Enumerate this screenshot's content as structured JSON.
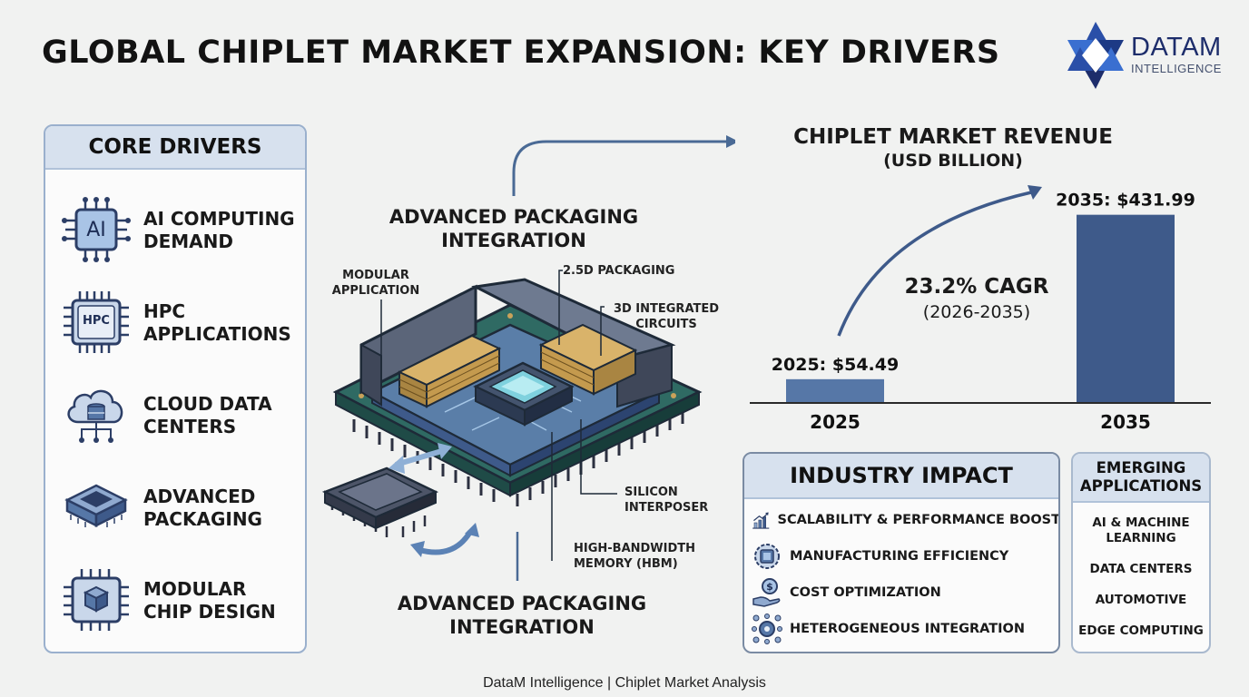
{
  "title": "GLOBAL CHIPLET MARKET EXPANSION: KEY DRIVERS",
  "logo": {
    "name": "DATAM",
    "sub": "INTELLIGENCE"
  },
  "core_drivers": {
    "heading": "CORE DRIVERS",
    "items": [
      {
        "line1": "AI COMPUTING",
        "line2": "DEMAND",
        "icon": "ai-chip-icon",
        "icon_text": "AI"
      },
      {
        "line1": "HPC",
        "line2": "APPLICATIONS",
        "icon": "hpc-chip-icon",
        "icon_text": "HPC"
      },
      {
        "line1": "CLOUD DATA",
        "line2": "CENTERS",
        "icon": "cloud-database-icon"
      },
      {
        "line1": "ADVANCED",
        "line2": "PACKAGING",
        "icon": "package-chip-icon"
      },
      {
        "line1": "MODULAR",
        "line2": "CHIP DESIGN",
        "icon": "modular-cube-chip-icon"
      }
    ]
  },
  "diagram": {
    "title_top": [
      "ADVANCED PACKAGING",
      "INTEGRATION"
    ],
    "title_bottom": [
      "ADVANCED PACKAGING",
      "INTEGRATION"
    ],
    "callouts": {
      "modular": [
        "MODULAR",
        "APPLICATION"
      ],
      "packaging_25d": [
        "2.5D PACKAGING"
      ],
      "integrated_3d": [
        "3D INTEGRATED",
        "CIRCUITS"
      ],
      "interposer": [
        "SILICON",
        "INTERPOSER"
      ],
      "hbm": [
        "HIGH-BANDWIDTH",
        "MEMORY (HBM)"
      ]
    }
  },
  "chart_data": {
    "type": "bar",
    "title": "CHIPLET MARKET REVENUE",
    "subtitle": "(USD BILLION)",
    "categories": [
      "2025",
      "2035"
    ],
    "values": [
      54.49,
      431.99
    ],
    "data_labels": [
      "2025: $54.49",
      "2035: $431.99"
    ],
    "ylim": [
      0,
      500
    ],
    "annotation": {
      "line1": "23.2% CAGR",
      "line2": "(2026-2035)"
    },
    "bar_color": "#3e5a8a",
    "bar_color_light": "#5677a7"
  },
  "industry_impact": {
    "heading": "INDUSTRY IMPACT",
    "items": [
      {
        "label": "SCALABILITY & PERFORMANCE BOOST",
        "icon": "growth-chart-icon"
      },
      {
        "label": "MANUFACTURING EFFICIENCY",
        "icon": "chip-gear-icon"
      },
      {
        "label": "COST OPTIMIZATION",
        "icon": "dollar-hand-icon"
      },
      {
        "label": "HETEROGENEOUS INTEGRATION",
        "icon": "gear-network-icon"
      }
    ]
  },
  "emerging_apps": {
    "heading": [
      "EMERGING",
      "APPLICATIONS"
    ],
    "items": [
      [
        "AI & MACHINE",
        "LEARNING"
      ],
      [
        "DATA CENTERS"
      ],
      [
        "AUTOMOTIVE"
      ],
      [
        "EDGE COMPUTING"
      ]
    ]
  },
  "footer": "DataM Intelligence | Chiplet Market Analysis",
  "colors": {
    "navy": "#1d2d6b",
    "steel": "#3e5a8a",
    "panel_head": "#d7e1ee",
    "accent_blue": "#4a6fa5"
  }
}
